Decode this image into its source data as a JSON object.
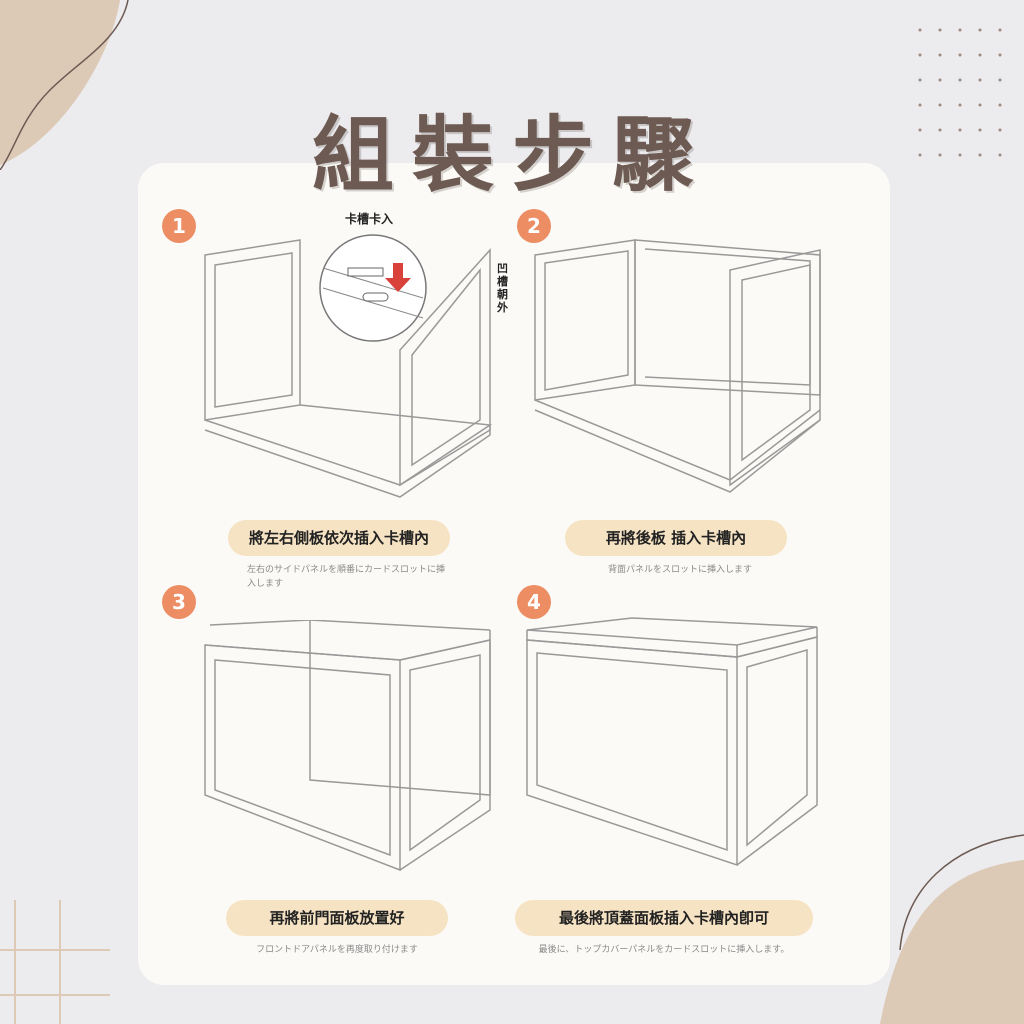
{
  "title": "組裝步驟",
  "steps": [
    {
      "number": "1",
      "label": "將左右側板依次插入卡槽內",
      "note": "左右のサイドパネルを順番にカードスロットに挿入します"
    },
    {
      "number": "2",
      "label": "再將後板 插入卡槽內",
      "note": "背面パネルをスロットに挿入します"
    },
    {
      "number": "3",
      "label": "再將前門面板放置好",
      "note": "フロントドアパネルを再度取り付けます"
    },
    {
      "number": "4",
      "label": "最後將頂蓋面板插入卡槽內卽可",
      "note": "最後に、トップカバーパネルをカードスロットに挿入します。"
    }
  ],
  "callouts": {
    "slot_insert": "卡槽卡入",
    "groove_outward": "凹槽朝外"
  },
  "colors": {
    "accent": "#ec8d63",
    "pill": "#f6e3c3",
    "title": "#6d5a52",
    "background": "#ecebee"
  }
}
